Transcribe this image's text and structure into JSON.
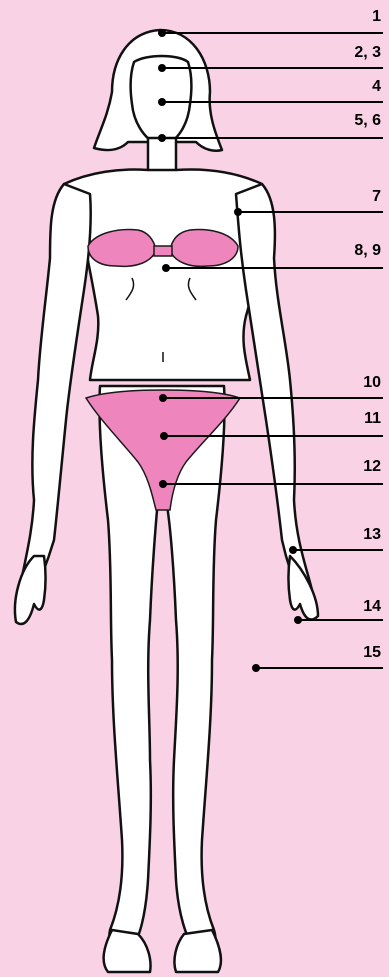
{
  "colors": {
    "background": "#f9d3e5",
    "skin": "#ffffff",
    "outline": "#111111",
    "clothing": "#ee86bd",
    "clothing_outline": "#1a1a1a"
  },
  "callouts": [
    {
      "label": "1"
    },
    {
      "label": "2, 3"
    },
    {
      "label": "4"
    },
    {
      "label": "5, 6"
    },
    {
      "label": "7"
    },
    {
      "label": "8, 9"
    },
    {
      "label": "10"
    },
    {
      "label": "11"
    },
    {
      "label": "12"
    },
    {
      "label": "13"
    },
    {
      "label": "14"
    },
    {
      "label": "15"
    }
  ]
}
